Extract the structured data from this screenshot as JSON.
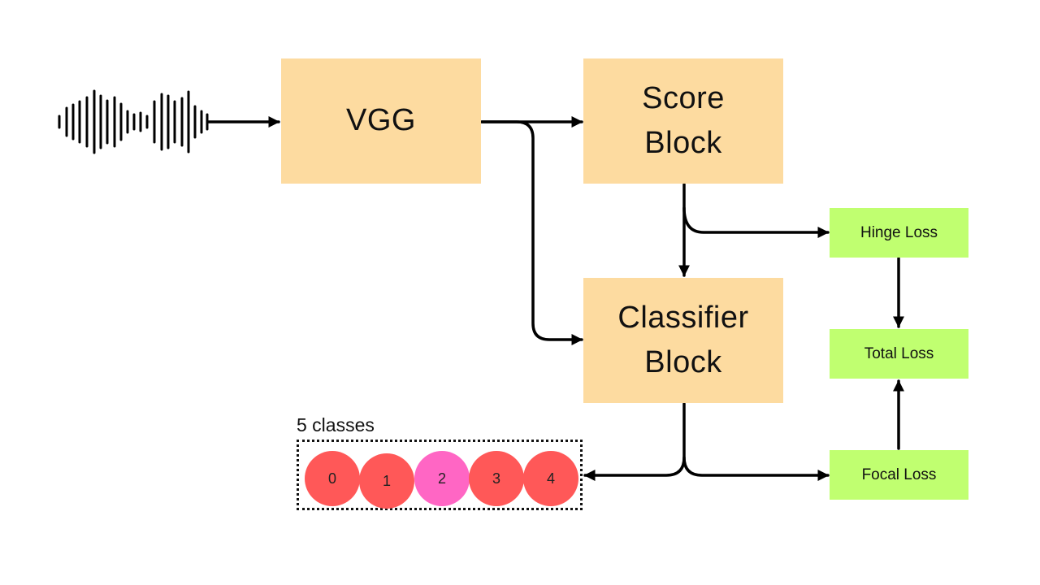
{
  "blocks": {
    "vgg": "VGG",
    "score": "Score\nBlock",
    "classifier": "Classifier\nBlock"
  },
  "losses": {
    "hinge": "Hinge Loss",
    "total": "Total Loss",
    "focal": "Focal Loss"
  },
  "classes": {
    "caption": "5 classes",
    "items": [
      {
        "label": "0",
        "color": "#ff5858"
      },
      {
        "label": "1",
        "color": "#ff5858"
      },
      {
        "label": "2",
        "color": "#ff66c4"
      },
      {
        "label": "3",
        "color": "#ff5858"
      },
      {
        "label": "4",
        "color": "#ff5858"
      }
    ]
  },
  "colors": {
    "block_fill": "#fddba0",
    "loss_fill": "#c0ff70",
    "line": "#000000"
  },
  "icons": {
    "input": "audio-waveform-icon"
  }
}
